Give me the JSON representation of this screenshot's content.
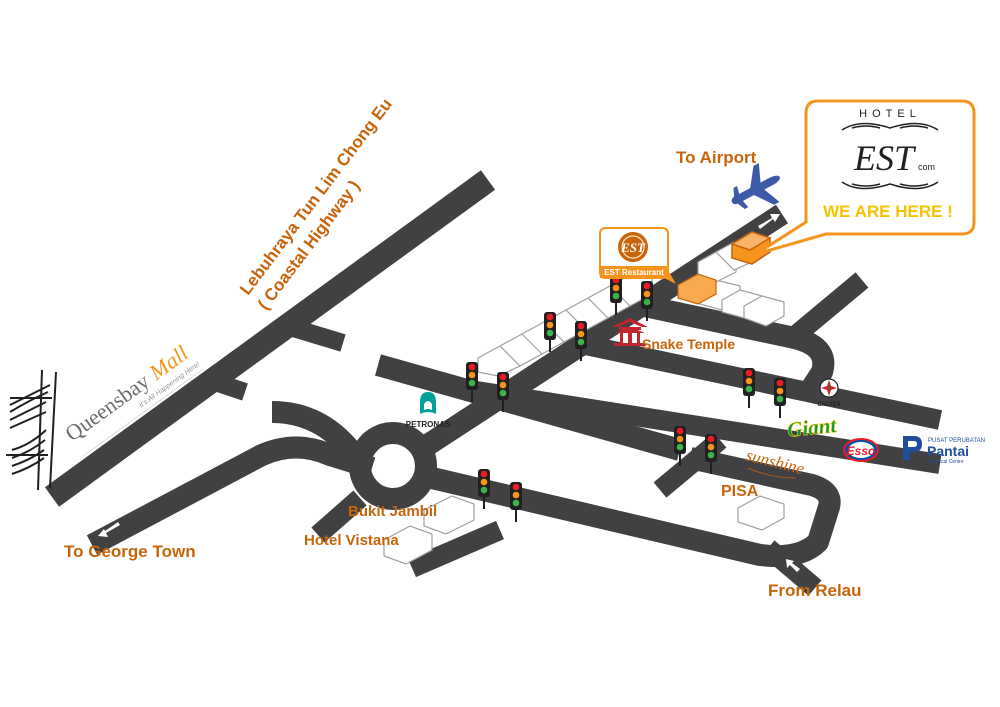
{
  "labels": {
    "to_airport": "To Airport",
    "to_george_town": "To George Town",
    "from_relau": "From Relau",
    "highway_line1": "Lebuhraya Tun Lim Chong Eu",
    "highway_line2": "( Coastal Highway )",
    "snake_temple": "Snake Temple",
    "bukit_jambil": "Bukit Jambil",
    "hotel_vistana": "Hotel Vistana",
    "pisa": "PISA"
  },
  "callout": {
    "hotel_word": "HOTEL",
    "logo_text": "EST",
    "logo_suffix": "com",
    "we_are_here": "WE ARE HERE !"
  },
  "est_restaurant": {
    "logo_text": "EST",
    "label": "EST Restaurant"
  },
  "brands": {
    "queensbay_part1": "Queensbay",
    "queensbay_part2": "Mall",
    "queensbay_tagline": "It's All Happening Here!",
    "petronas": "PETRONAS",
    "caltex": "CALTEX",
    "giant": "Giant",
    "sunshine": "sunshine",
    "esso": "Esso",
    "pantai_top": "PUSAT PERUBATAN",
    "pantai_main": "Pantai",
    "pantai_sub": "Medical Centre"
  },
  "colors": {
    "road": "#414042",
    "label": "#c8640a",
    "callout_border": "#f7941d",
    "we_are_here": "#f5c400",
    "highlight_building": "#f7941d",
    "building_fill": "#ffffff",
    "building_stroke": "#a0a0a0",
    "airplane": "#3d5aa8"
  },
  "icons": {
    "airplane": "airplane-icon",
    "traffic_light": "traffic-light-icon",
    "temple": "temple-icon",
    "bridge": "bridge-icon",
    "arrow": "direction-arrow-icon"
  }
}
